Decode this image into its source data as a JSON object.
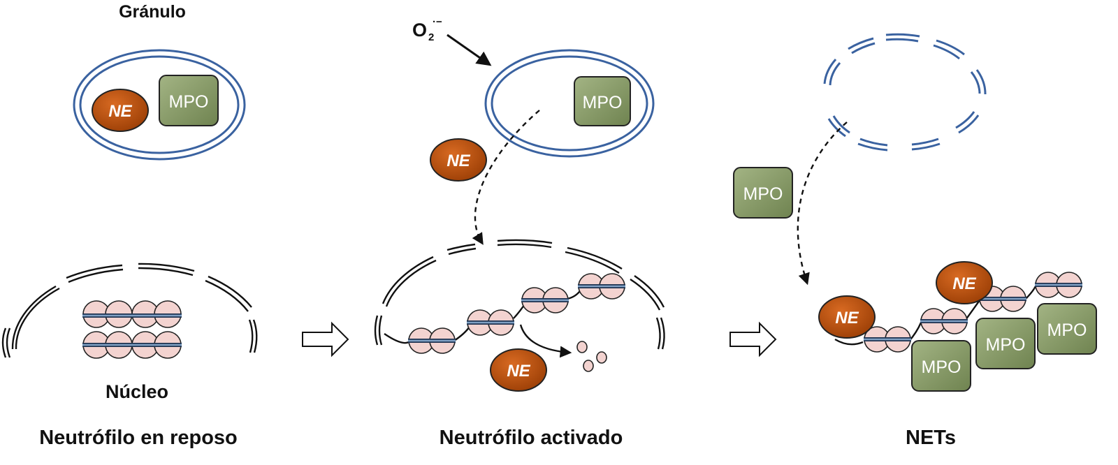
{
  "labels": {
    "granule": "Gránulo",
    "nucleus": "Núcleo",
    "panel_rest": "Neutrófilo en reposo",
    "panel_active": "Neutrófilo activado",
    "panel_nets": "NETs",
    "superoxide_base": "O",
    "superoxide_sub": "2",
    "superoxide_sup": "·−"
  },
  "proteins": {
    "ne": "NE",
    "mpo": "MPO"
  },
  "colors": {
    "membrane": "#3a62a0",
    "ne_fill": "#b8500f",
    "mpo_fill": "#8fa070",
    "histone_fill": "#f3d3d0",
    "dna_band": "#5c7aa0"
  },
  "icons": {
    "process_arrow": "hollow-right-arrow",
    "translocation_arrow": "dashed-arrow"
  }
}
